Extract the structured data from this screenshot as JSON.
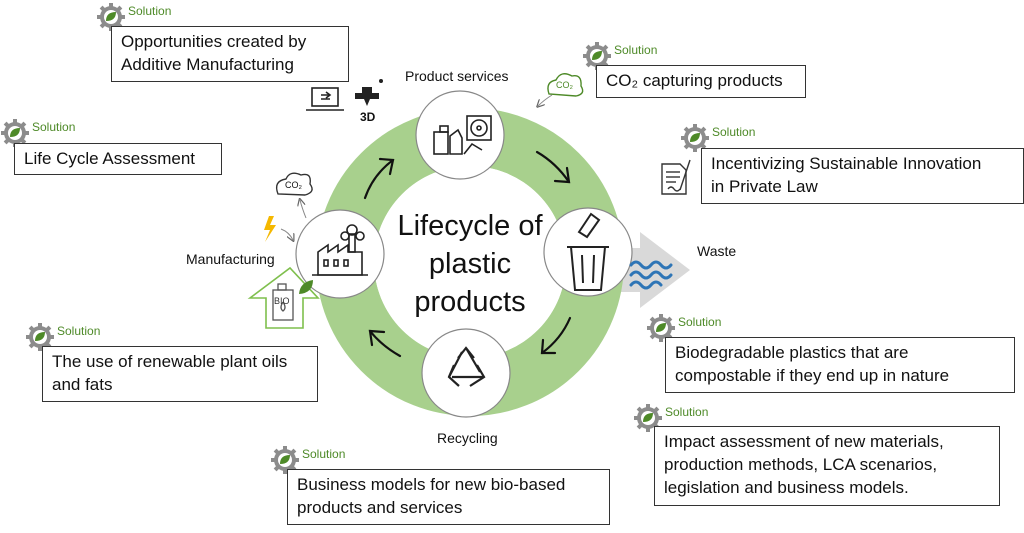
{
  "diagram": {
    "center_lines": [
      "Lifecycle of",
      "plastic",
      "products"
    ],
    "stages": {
      "product_services": "Product services",
      "manufacturing": "Manufacturing",
      "recycling": "Recycling",
      "waste": "Waste"
    },
    "icon_text": {
      "co2_a": "CO₂",
      "co2_b": "CO₂",
      "bio": "BIO",
      "threed": "3D"
    },
    "colors": {
      "ring": "#a8d08d",
      "accent_green": "#4e8a28",
      "gear": "#8c8c8c",
      "water": "#2e75b6",
      "bolt": "#f5b800"
    }
  },
  "solutions": [
    {
      "tag": "Solution",
      "lines": [
        "Opportunities created by",
        "Additive Manufacturing"
      ]
    },
    {
      "tag": "Solution",
      "lines": [
        "CO₂ capturing products"
      ]
    },
    {
      "tag": "Solution",
      "lines": [
        "Life Cycle Assessment"
      ]
    },
    {
      "tag": "Solution",
      "lines": [
        "Incentivizing Sustainable Innovation",
        "in Private Law"
      ]
    },
    {
      "tag": "Solution",
      "lines": [
        "Biodegradable plastics that are",
        "compostable if they end up in nature"
      ]
    },
    {
      "tag": "Solution",
      "lines": [
        "The use of renewable plant oils",
        "and fats"
      ]
    },
    {
      "tag": "Solution",
      "lines": [
        "Impact assessment of new materials,",
        "production methods, LCA scenarios,",
        "legislation and business models."
      ]
    },
    {
      "tag": "Solution",
      "lines": [
        "Business models for new bio-based",
        "products and services"
      ]
    }
  ]
}
